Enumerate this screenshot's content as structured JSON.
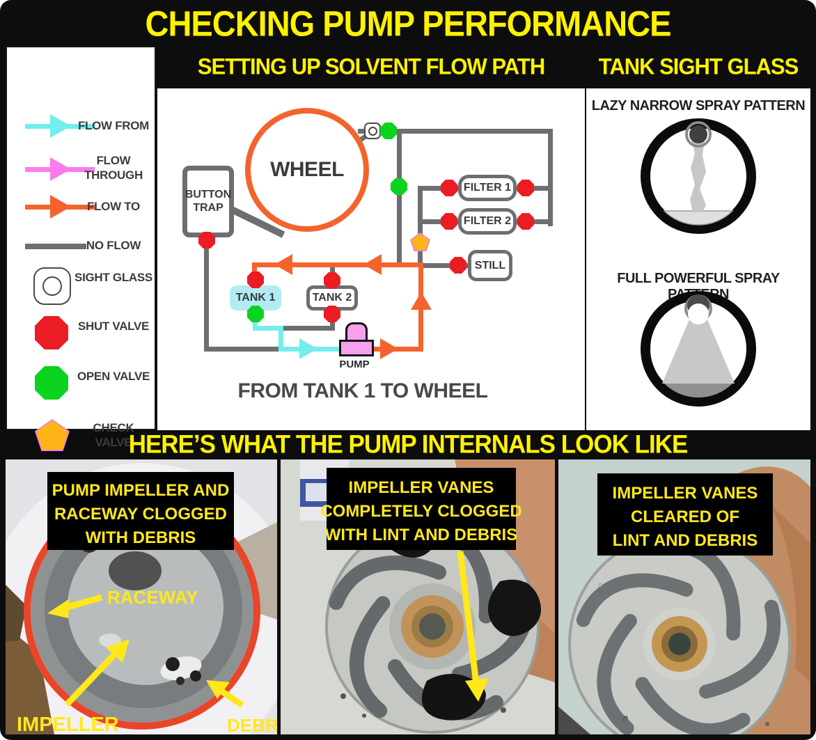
{
  "title": "CHECKING PUMP PERFORMANCE",
  "colors": {
    "flow_from": "#74EDEB",
    "flow_through": "#F97CEC",
    "flow_to": "#F4632E",
    "no_flow": "#6D6E71",
    "shut_valve": "#EC1C24",
    "open_valve": "#0BD41F",
    "check_valve": "#FDB515",
    "highlight_text": "#FFF200"
  },
  "legend": {
    "items": [
      {
        "id": "flow-from",
        "label": "FLOW FROM"
      },
      {
        "id": "flow-through",
        "label": "FLOW THROUGH"
      },
      {
        "id": "flow-to",
        "label": "FLOW TO"
      },
      {
        "id": "no-flow",
        "label": "NO FLOW"
      },
      {
        "id": "sight-glass",
        "label": "SIGHT GLASS"
      },
      {
        "id": "shut-valve",
        "label": "SHUT VALVE"
      },
      {
        "id": "open-valve",
        "label": "OPEN VALVE"
      },
      {
        "id": "check-valve",
        "label": "CHECK VALVE"
      }
    ]
  },
  "flow_panel": {
    "header": "SETTING UP SOLVENT FLOW PATH",
    "caption": "FROM TANK 1 TO WHEEL",
    "nodes": {
      "wheel": "WHEEL",
      "button_trap": "BUTTON TRAP",
      "filter1": "FILTER 1",
      "filter2": "FILTER 2",
      "still": "STILL",
      "tank1": "TANK 1",
      "tank2": "TANK 2",
      "pump": "PUMP"
    }
  },
  "sight_panel": {
    "header": "TANK SIGHT GLASS",
    "lazy_label": "LAZY NARROW SPRAY PATTERN",
    "full_label": "FULL POWERFUL SPRAY PATTERN"
  },
  "internals": {
    "header": "HERE’S WHAT THE PUMP INTERNALS LOOK LIKE",
    "photos": [
      {
        "caption_lines": [
          "PUMP IMPELLER AND",
          "RACEWAY CLOGGED",
          "WITH DEBRIS"
        ],
        "annotations": {
          "raceway": "RACEWAY",
          "impeller": "IMPELLER",
          "debris": "DEBRIS"
        }
      },
      {
        "caption_lines": [
          "IMPELLER VANES",
          "COMPLETELY CLOGGED",
          "WITH LINT AND DEBRIS"
        ]
      },
      {
        "caption_lines": [
          "IMPELLER VANES",
          "CLEARED OF",
          "LINT AND DEBRIS"
        ]
      }
    ]
  }
}
